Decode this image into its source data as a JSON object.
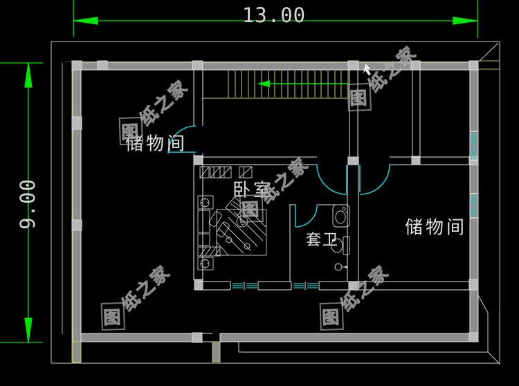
{
  "dimensions": {
    "horizontal": "13.00",
    "vertical": "9.00"
  },
  "rooms": {
    "storage_left": "储物间",
    "storage_right": "储物间",
    "bedroom": "卧室",
    "bathroom": "套卫"
  },
  "watermark": {
    "boxed_char": "图",
    "rest": "纸之家"
  },
  "colors": {
    "background": "#000000",
    "dimension_green": "#00e400",
    "door_window_cyan": "#1fc7c7",
    "accent_yellow": "#c9c94f",
    "stair_yellow": "#cfd05a",
    "wall_fill": "#8e8e8e",
    "wall_block_fill": "#b8b8b8",
    "line_white": "#e8e8e8",
    "eave_line": "#c9cfc9",
    "text_gray": "#d6d6d6"
  }
}
